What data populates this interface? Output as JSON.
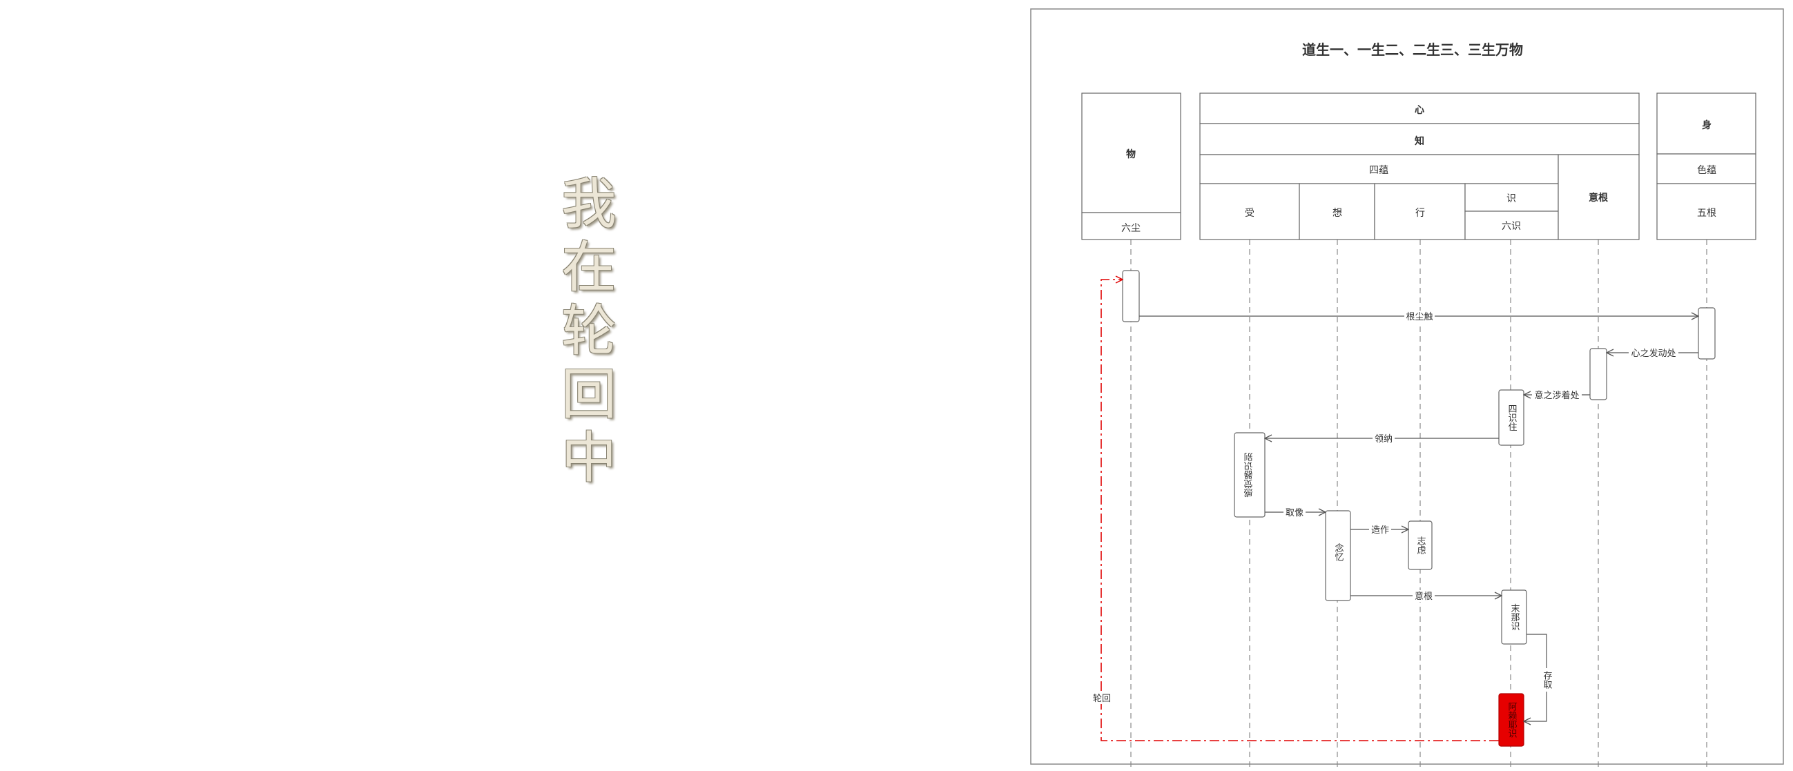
{
  "side_title": [
    "我",
    "在",
    "轮",
    "回",
    "中"
  ],
  "diagram": {
    "title": "道生一、一生二、二生三、三生万物",
    "participants": {
      "wu": "物",
      "liuchen": "六尘",
      "xin": "心",
      "zhi": "知",
      "siyun": "四蕴",
      "shou": "受",
      "xiang": "想",
      "xing": "行",
      "shi": "识",
      "liushi": "六识",
      "yigen": "意根",
      "shen": "身",
      "seyun": "色蕴",
      "wugen": "五根"
    },
    "messages": {
      "genchenchu": "根尘触",
      "xinzhifadongchu": "心之发动处",
      "yizhishezhuochu": "意之涉着处",
      "lingna": "领纳",
      "quxiang": "取像",
      "zaozuo": "造作",
      "yigen2": "意根",
      "cunqu": "存取",
      "lunhui": "轮回"
    },
    "activations": {
      "sishizhu": "四识住",
      "shou_act": "感觉器识别",
      "nianyi": "念忆",
      "zhilv": "志虑",
      "monashi": "末那识",
      "alaiye": "阿赖耶识"
    },
    "colors": {
      "line": "#666666",
      "loop": "#e00000",
      "store": "#e60000"
    }
  }
}
